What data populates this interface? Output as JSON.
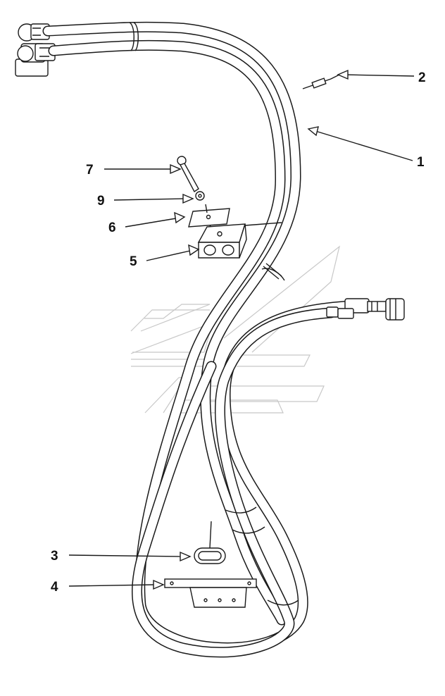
{
  "callouts": {
    "c1": "1",
    "c2": "2",
    "c3": "3",
    "c4": "4",
    "c5": "5",
    "c6": "6",
    "c7": "7",
    "c9": "9"
  },
  "colors": {
    "line": "#1a1a1a",
    "watermark": "#c8c8c8",
    "background": "#ffffff"
  }
}
